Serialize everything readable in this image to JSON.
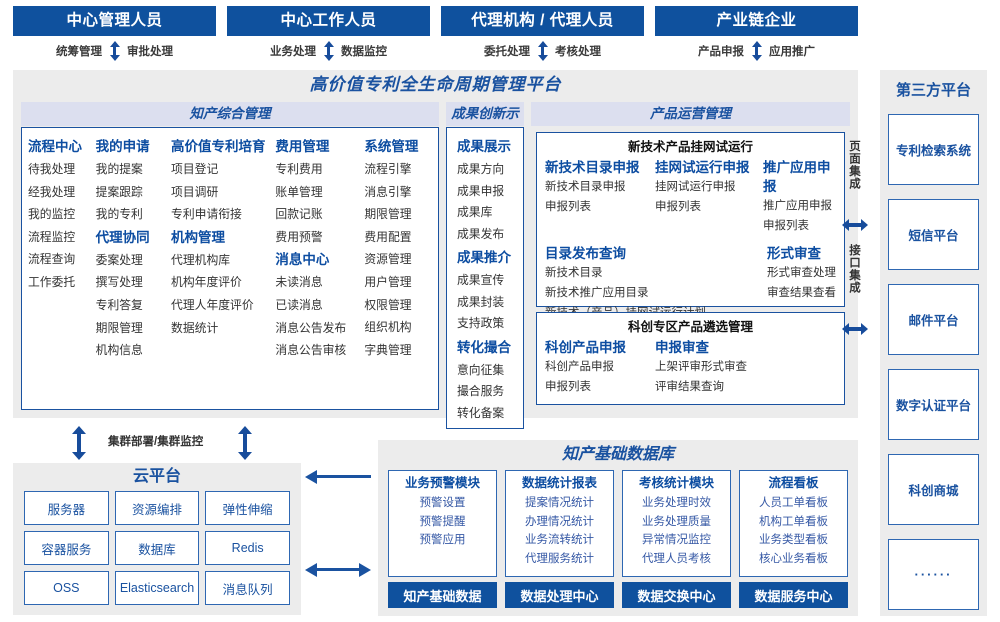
{
  "roles": [
    {
      "title": "中心管理人员",
      "left": "统筹管理",
      "right": "审批处理"
    },
    {
      "title": "中心工作人员",
      "left": "业务处理",
      "right": "数据监控"
    },
    {
      "title": "代理机构 / 代理人员",
      "left": "委托处理",
      "right": "考核处理"
    },
    {
      "title": "产业链企业",
      "left": "产品申报",
      "right": "应用推广"
    }
  ],
  "platform": {
    "title": "高价值专利全生命周期管理平台",
    "sections": {
      "comprehensive": {
        "header": "知产综合管理",
        "columns": [
          {
            "rows": [
              {
                "t": "head",
                "v": "流程中心"
              },
              {
                "t": "item",
                "v": "待我处理"
              },
              {
                "t": "item",
                "v": "经我处理"
              },
              {
                "t": "item",
                "v": "我的监控"
              },
              {
                "t": "item",
                "v": "流程监控"
              },
              {
                "t": "item",
                "v": "流程查询"
              },
              {
                "t": "item",
                "v": "工作委托"
              }
            ]
          },
          {
            "rows": [
              {
                "t": "head",
                "v": "我的申请"
              },
              {
                "t": "item",
                "v": "我的提案"
              },
              {
                "t": "item",
                "v": "提案跟踪"
              },
              {
                "t": "item",
                "v": "我的专利"
              },
              {
                "t": "head",
                "v": "代理协同"
              },
              {
                "t": "item",
                "v": "委案处理"
              },
              {
                "t": "item",
                "v": "撰写处理"
              },
              {
                "t": "item",
                "v": "专利答复"
              },
              {
                "t": "item",
                "v": "期限管理"
              },
              {
                "t": "item",
                "v": "机构信息"
              }
            ]
          },
          {
            "rows": [
              {
                "t": "head",
                "v": "高价值专利培育"
              },
              {
                "t": "item",
                "v": "项目登记"
              },
              {
                "t": "item",
                "v": "项目调研"
              },
              {
                "t": "item",
                "v": "专利申请衔接"
              },
              {
                "t": "head",
                "v": "机构管理"
              },
              {
                "t": "item",
                "v": "代理机构库"
              },
              {
                "t": "item",
                "v": "机构年度评价"
              },
              {
                "t": "item",
                "v": "代理人年度评价"
              },
              {
                "t": "item",
                "v": "数据统计"
              }
            ]
          },
          {
            "rows": [
              {
                "t": "head",
                "v": "费用管理"
              },
              {
                "t": "item",
                "v": "专利费用"
              },
              {
                "t": "item",
                "v": "账单管理"
              },
              {
                "t": "item",
                "v": "回款记账"
              },
              {
                "t": "item",
                "v": "费用预警"
              },
              {
                "t": "head",
                "v": "消息中心"
              },
              {
                "t": "item",
                "v": "未读消息"
              },
              {
                "t": "item",
                "v": "已读消息"
              },
              {
                "t": "item",
                "v": "消息公告发布"
              },
              {
                "t": "item",
                "v": "消息公告审核"
              }
            ]
          },
          {
            "rows": [
              {
                "t": "head",
                "v": "系统管理"
              },
              {
                "t": "item",
                "v": "流程引擎"
              },
              {
                "t": "item",
                "v": "消息引擎"
              },
              {
                "t": "item",
                "v": "期限管理"
              },
              {
                "t": "item",
                "v": "费用配置"
              },
              {
                "t": "item",
                "v": "资源管理"
              },
              {
                "t": "item",
                "v": "用户管理"
              },
              {
                "t": "item",
                "v": "权限管理"
              },
              {
                "t": "item",
                "v": "组织机构"
              },
              {
                "t": "item",
                "v": "字典管理"
              }
            ]
          }
        ]
      },
      "innovation": {
        "header": "成果创新示范",
        "groups": [
          {
            "title": "成果展示",
            "items": [
              "成果方向",
              "成果申报",
              "成果库",
              "成果发布"
            ]
          },
          {
            "title": "成果推介",
            "items": [
              "成果宣传",
              "成果封装",
              "支持政策"
            ]
          },
          {
            "title": "转化撮合",
            "items": [
              "意向征集",
              "撮合服务",
              "转化备案"
            ]
          }
        ]
      },
      "operations": {
        "header": "产品运营管理",
        "box1": {
          "title": "新技术产品挂网试运行",
          "groups": [
            {
              "title": "新技术目录申报",
              "items": [
                "新技术目录申报",
                "申报列表"
              ]
            },
            {
              "title": "挂网试运行申报",
              "items": [
                "挂网试运行申报",
                "申报列表"
              ]
            },
            {
              "title": "推广应用申报",
              "items": [
                "推广应用申报",
                "申报列表"
              ]
            }
          ],
          "groups2": [
            {
              "title": "目录发布查询",
              "items": [
                "新技术目录",
                "新技术推广应用目录",
                "新技术（产品）挂网试运行计划"
              ]
            },
            {
              "title": "形式审查",
              "items": [
                "形式审查处理",
                "审查结果查看"
              ]
            }
          ]
        },
        "box2": {
          "title": "科创专区产品遴选管理",
          "groups": [
            {
              "title": "科创产品申报",
              "items": [
                "科创产品申报",
                "申报列表"
              ]
            },
            {
              "title": "申报审查",
              "items": [
                "上架评审形式审查",
                "评审结果查询"
              ]
            }
          ]
        }
      }
    }
  },
  "integration": {
    "page": "页面集成",
    "api": "接口集成"
  },
  "third_party": {
    "title": "第三方平台",
    "items": [
      "专利检索系统",
      "短信平台",
      "邮件平台",
      "数字认证平台",
      "科创商城",
      "······"
    ]
  },
  "cluster": {
    "label": "集群部署/集群监控"
  },
  "cloud": {
    "title": "云平台",
    "items": [
      "服务器",
      "资源编排",
      "弹性伸缩",
      "容器服务",
      "数据库",
      "Redis",
      "OSS",
      "Elasticsearch",
      "消息队列"
    ]
  },
  "database": {
    "title": "知产基础数据库",
    "columns": [
      {
        "title": "业务预警模块",
        "items": [
          "预警设置",
          "预警提醒",
          "预警应用"
        ],
        "footer": "知产基础数据"
      },
      {
        "title": "数据统计报表",
        "items": [
          "提案情况统计",
          "办理情况统计",
          "业务流转统计",
          "代理服务统计"
        ],
        "footer": "数据处理中心"
      },
      {
        "title": "考核统计模块",
        "items": [
          "业务处理时效",
          "业务处理质量",
          "异常情况监控",
          "代理人员考核"
        ],
        "footer": "数据交换中心"
      },
      {
        "title": "流程看板",
        "items": [
          "人员工单看板",
          "机构工单看板",
          "业务类型看板",
          "核心业务看板"
        ],
        "footer": "数据服务中心"
      }
    ]
  }
}
